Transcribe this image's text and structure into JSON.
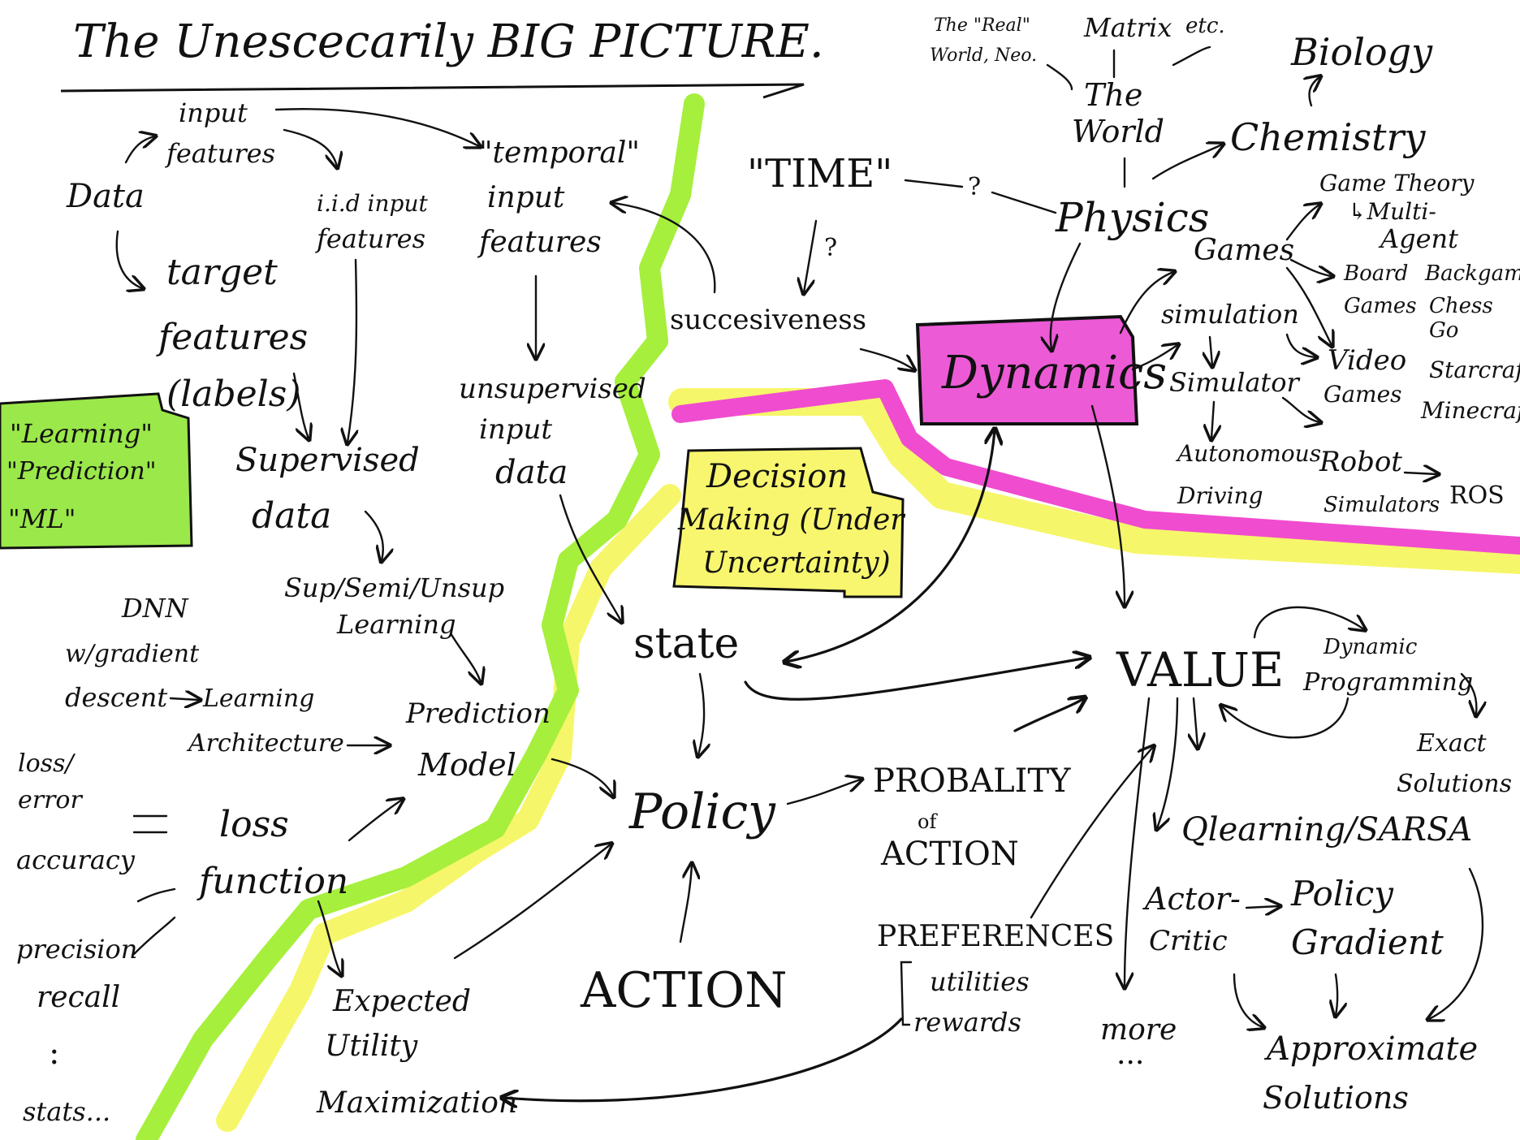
{
  "title": "The Unescecarily BIG PICTURE.",
  "colors": {
    "green": "#a6ef3c",
    "yellow": "#f6f66a",
    "magenta": "#f04ccf",
    "box_green": "#9be84a",
    "box_magenta": "#ec5ad6",
    "box_yellow": "#f8f66e",
    "ink": "#111111"
  },
  "top_left": {
    "data": "Data",
    "input_features": [
      "input",
      "features"
    ],
    "iid_input_features": [
      "i.i.d input",
      "features"
    ],
    "temporal_input_features": [
      "\"temporal\"",
      "input",
      "features"
    ],
    "target_features": [
      "target",
      "features",
      "(labels)"
    ],
    "supervised_data": [
      "Supervised",
      "data"
    ],
    "unsupervised_input_data": [
      "unsupervised",
      "input",
      "data"
    ],
    "learning_box": [
      "\"Learning\"",
      "\"Prediction\"",
      "\"ML\""
    ],
    "sup_semi_unsup": [
      "Sup/Semi/Unsup",
      "Learning"
    ],
    "dnn": [
      "DNN",
      "w/gradient",
      "descent"
    ],
    "learning_architecture": [
      "Learning",
      "Architecture"
    ],
    "prediction_model": [
      "Prediction",
      "Model"
    ],
    "loss_error": [
      "loss/",
      "error"
    ],
    "loss_function": [
      "loss",
      "function"
    ],
    "accuracy": "accuracy",
    "precision_recall": [
      "precision",
      "recall"
    ],
    "dots": ":",
    "stats": "stats...",
    "expected_utility": [
      "Expected",
      "Utility",
      "Maximization"
    ]
  },
  "center": {
    "time": "\"TIME\"",
    "question_mark_1": "?",
    "question_mark_2": "?",
    "successiveness": "succesiveness",
    "decision_box": [
      "Decision",
      "Making (Under",
      "Uncertainty)"
    ],
    "state": "state",
    "policy": "Policy",
    "action": "ACTION",
    "probability_of_action": [
      "PROBALITY",
      "of",
      "ACTION"
    ],
    "preferences": "PREFERENCES",
    "utilities": "utilities",
    "rewards": "rewards"
  },
  "top_right": {
    "real_world": [
      "The \"Real\"",
      "World, Neo."
    ],
    "matrix": "Matrix",
    "etc": "etc.",
    "the_world": [
      "The",
      "World"
    ],
    "physics": "Physics",
    "chemistry": "Chemistry",
    "biology": "Biology",
    "dynamics": "Dynamics",
    "games": "Games",
    "game_theory": [
      "Game Theory",
      "↳Multi-",
      "Agent"
    ],
    "board_games": [
      "Board",
      "Games"
    ],
    "backgammon": "Backgam",
    "chess": "Chess",
    "go": "Go",
    "video_games": [
      "Video",
      "Games"
    ],
    "starcraft": "Starcraft",
    "minecraft": "Minecraft",
    "simulation": "simulation",
    "simulator": "Simulator",
    "autonomous_driving": [
      "Autonomous",
      "Driving"
    ],
    "robot_simulators": [
      "Robot",
      "Simulators"
    ],
    "ros": "ROS"
  },
  "bottom_right": {
    "value": "VALUE",
    "dynamic_programming": [
      "Dynamic",
      "Programming"
    ],
    "exact_solutions": [
      "Exact",
      "Solutions"
    ],
    "qlearning": "Qlearning/SARSA",
    "actor_critic": [
      "Actor-",
      "Critic"
    ],
    "policy_gradient": [
      "Policy",
      "Gradient"
    ],
    "more": "more",
    "more_dots": "...",
    "approximate_solutions": [
      "Approximate",
      "Solutions"
    ]
  }
}
